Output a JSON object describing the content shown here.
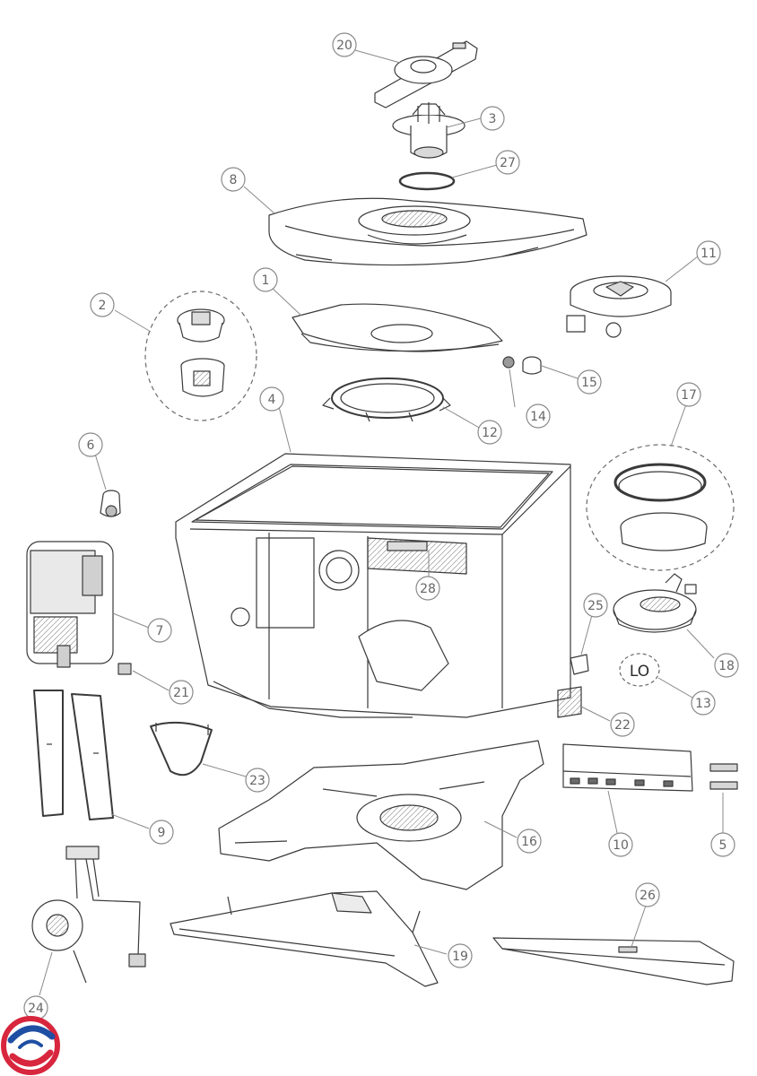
{
  "diagram": {
    "parts": [
      {
        "id": "p20",
        "number": "20"
      },
      {
        "id": "p3",
        "number": "3"
      },
      {
        "id": "p27",
        "number": "27"
      },
      {
        "id": "p8",
        "number": "8"
      },
      {
        "id": "p11",
        "number": "11"
      },
      {
        "id": "p2",
        "number": "2"
      },
      {
        "id": "p1",
        "number": "1"
      },
      {
        "id": "p14",
        "number": "14"
      },
      {
        "id": "p15",
        "number": "15"
      },
      {
        "id": "p4",
        "number": "4"
      },
      {
        "id": "p12",
        "number": "12"
      },
      {
        "id": "p17",
        "number": "17"
      },
      {
        "id": "p6",
        "number": "6"
      },
      {
        "id": "p28",
        "number": "28"
      },
      {
        "id": "p25",
        "number": "25"
      },
      {
        "id": "p7",
        "number": "7"
      },
      {
        "id": "p18",
        "number": "18"
      },
      {
        "id": "p13",
        "number": "13"
      },
      {
        "id": "p21",
        "number": "21"
      },
      {
        "id": "p22",
        "number": "22"
      },
      {
        "id": "p23",
        "number": "23"
      },
      {
        "id": "p9",
        "number": "9"
      },
      {
        "id": "p16",
        "number": "16"
      },
      {
        "id": "p10",
        "number": "10"
      },
      {
        "id": "p5",
        "number": "5"
      },
      {
        "id": "p26",
        "number": "26"
      },
      {
        "id": "p19",
        "number": "19"
      },
      {
        "id": "p24",
        "number": "24"
      }
    ],
    "mark_13_text": "LO",
    "colors": {
      "line": "#3a3a3a",
      "callout": "#8a8a8a",
      "logo_red": "#d7263d",
      "logo_blue": "#1f4fa3"
    }
  }
}
